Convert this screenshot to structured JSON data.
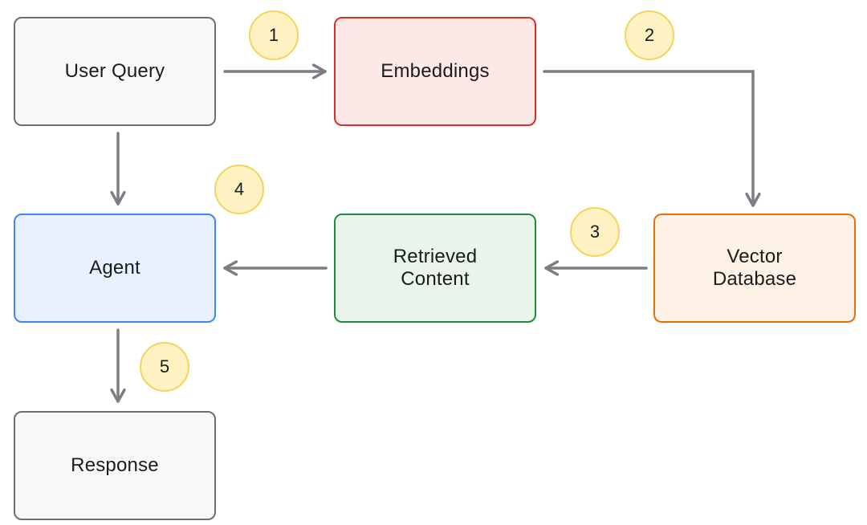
{
  "nodes": {
    "user_query": {
      "label": "User Query",
      "fill": "#f8f8f8",
      "border": "#6e6e6e"
    },
    "embeddings": {
      "label": "Embeddings",
      "fill": "#fce8e6",
      "border": "#d93025"
    },
    "vector_database": {
      "label": "Vector\nDatabase",
      "fill": "#fef1e6",
      "border": "#e8710a"
    },
    "retrieved_content": {
      "label": "Retrieved\nContent",
      "fill": "#e9f4eb",
      "border": "#1e8e3e"
    },
    "agent": {
      "label": "Agent",
      "fill": "#e8f0fe",
      "border": "#4285f4"
    },
    "response": {
      "label": "Response",
      "fill": "#f8f8f8",
      "border": "#6e6e6e"
    }
  },
  "steps": [
    "1",
    "2",
    "3",
    "4",
    "5"
  ],
  "colors": {
    "arrow": "#7b7f83",
    "badge_fill": "#fff2c2",
    "badge_border": "#f6d35a"
  }
}
